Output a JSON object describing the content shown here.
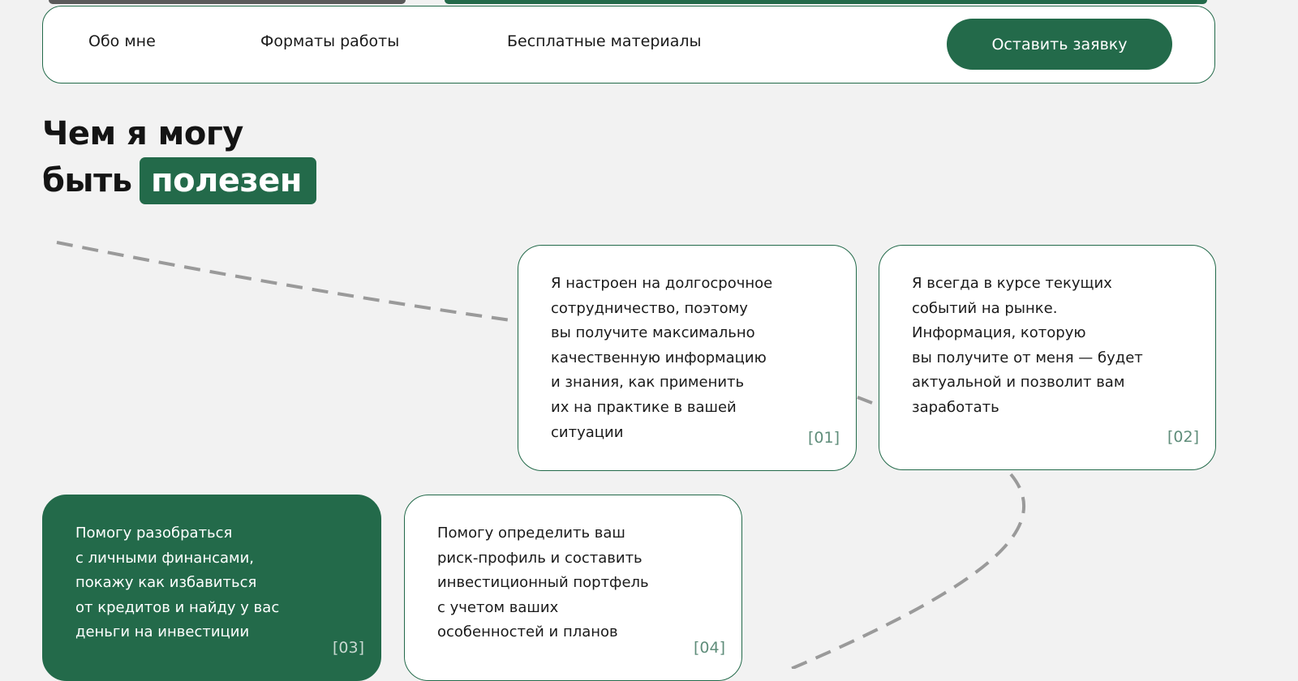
{
  "nav": {
    "links": [
      "Обо мне",
      "Форматы работы",
      "Бесплатные материалы"
    ],
    "cta_label": "Оставить заявку"
  },
  "section": {
    "title_line1": "Чем я могу",
    "title_line2_prefix": "быть",
    "title_highlight": "полезен"
  },
  "cards": [
    {
      "number": "[01]",
      "text": "Я настроен на долгосрочное\nсотрудничество, поэтому\nвы получите максимально\nкачественную информацию\nи знания, как применить\nих на практике в вашей\nситуации"
    },
    {
      "number": "[02]",
      "text": "Я всегда в курсе текущих\nсобытий на рынке.\nИнформация, которую\nвы получите от меня — будет\nактуальной и позволит вам\nзаработать"
    },
    {
      "number": "[03]",
      "text": "Помогу разобраться\nс личными финансами,\nпокажу как избавиться\nот кредитов и найду у вас\nденьги на инвестиции"
    },
    {
      "number": "[04]",
      "text": "Помогу определить ваш\nриск-профиль и составить\nинвестиционный портфель\nс учетом ваших\nособенностей и планов"
    }
  ],
  "colors": {
    "brand_green": "#236a4a",
    "background": "#f2f2f2",
    "dash": "#9a9a9a",
    "number_muted": "#5f8d7a"
  }
}
